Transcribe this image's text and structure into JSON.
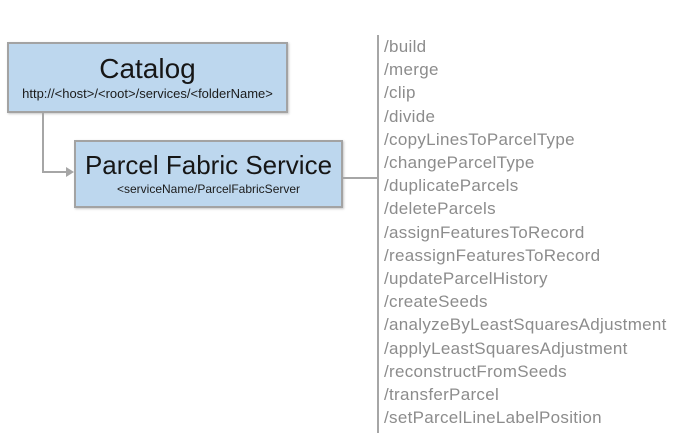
{
  "diagram": {
    "catalog": {
      "title": "Catalog",
      "subtitle": "http://<host>/<root>/services/<folderName>"
    },
    "service": {
      "title": "Parcel Fabric Service",
      "subtitle": "<serviceName/ParcelFabricServer"
    },
    "endpoints": [
      "/build",
      "/merge",
      "/clip",
      "/divide",
      "/copyLinesToParcelType",
      "/changeParcelType",
      "/duplicateParcels",
      "/deleteParcels",
      "/assignFeaturesToRecord",
      "/reassignFeaturesToRecord",
      "/updateParcelHistory",
      "/createSeeds",
      "/analyzeByLeastSquaresAdjustment",
      "/applyLeastSquaresAdjustment",
      "/reconstructFromSeeds",
      "/transferParcel",
      "/setParcelLineLabelPosition"
    ],
    "colors": {
      "box_fill": "#BDD7EE",
      "box_border": "#A3A3A3",
      "connector": "#A6A6A6",
      "endpoint_text": "#8C8C8C",
      "title_text": "#161616"
    }
  }
}
